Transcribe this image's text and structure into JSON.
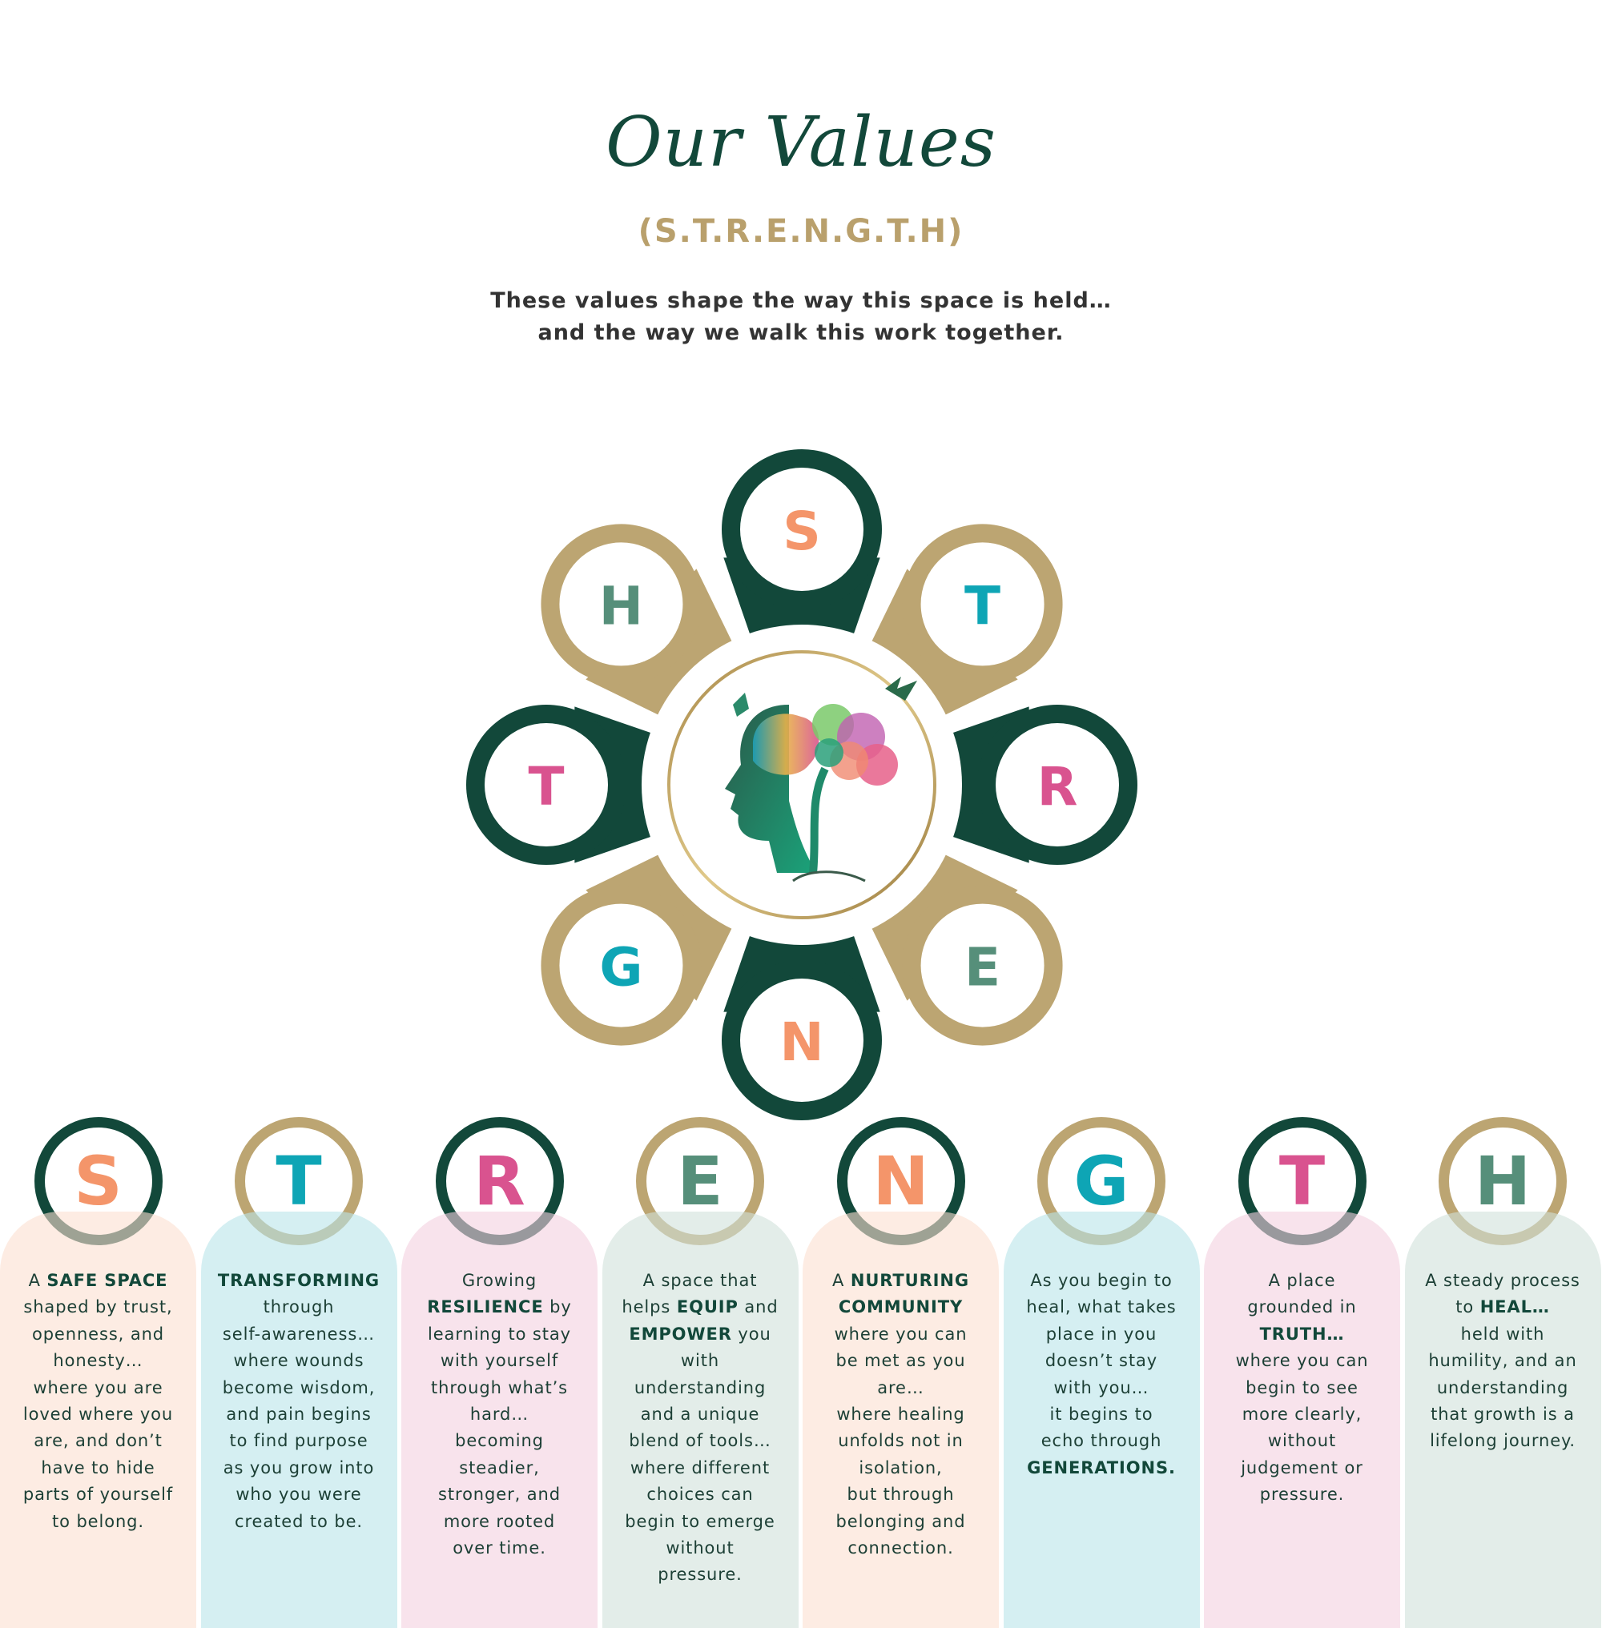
{
  "header": {
    "title": "Our Values",
    "subtitle": "(S.T.R.E.N.G.T.H)",
    "description_lines": [
      "These values shape the way this space is held…",
      "and the way we walk this work together."
    ]
  },
  "colors": {
    "dark_green": "#12483a",
    "gold": "#bca572",
    "orange": "#f4956a",
    "teal": "#0ea5b5",
    "pink": "#d9538f",
    "green": "#568f7a"
  },
  "wheel": {
    "center_icon": "head-tree-brain-logo",
    "petals": [
      {
        "letter": "S",
        "letter_color": "#f4956a",
        "ring_color": "#12483a"
      },
      {
        "letter": "T",
        "letter_color": "#0ea5b5",
        "ring_color": "#bca572"
      },
      {
        "letter": "R",
        "letter_color": "#d9538f",
        "ring_color": "#12483a"
      },
      {
        "letter": "E",
        "letter_color": "#568f7a",
        "ring_color": "#bca572"
      },
      {
        "letter": "N",
        "letter_color": "#f4956a",
        "ring_color": "#12483a"
      },
      {
        "letter": "G",
        "letter_color": "#0ea5b5",
        "ring_color": "#bca572"
      },
      {
        "letter": "T",
        "letter_color": "#d9538f",
        "ring_color": "#12483a"
      },
      {
        "letter": "H",
        "letter_color": "#568f7a",
        "ring_color": "#bca572"
      }
    ]
  },
  "values": [
    {
      "letter": "S",
      "letter_color": "#f4956a",
      "ring_color": "#12483a",
      "card_color": "rgba(252,223,208,0.6)",
      "lines": [
        [
          [
            "A ",
            0
          ],
          [
            "SAFE SPACE",
            1
          ]
        ],
        [
          [
            "shaped by trust,",
            0
          ]
        ],
        [
          [
            "openness, and",
            0
          ]
        ],
        [
          [
            "honesty…",
            0
          ]
        ],
        [
          [
            "where you are",
            0
          ]
        ],
        [
          [
            "loved where you",
            0
          ]
        ],
        [
          [
            "are, and don’t",
            0
          ]
        ],
        [
          [
            "have to hide",
            0
          ]
        ],
        [
          [
            "parts of yourself",
            0
          ]
        ],
        [
          [
            "to belong.",
            0
          ]
        ]
      ]
    },
    {
      "letter": "T",
      "letter_color": "#0ea5b5",
      "ring_color": "#bca572",
      "card_color": "rgba(185,228,233,0.6)",
      "lines": [
        [
          [
            "TRANSFORMING",
            1
          ]
        ],
        [
          [
            "through",
            0
          ]
        ],
        [
          [
            "self-awareness…",
            0
          ]
        ],
        [
          [
            "where wounds",
            0
          ]
        ],
        [
          [
            "become wisdom,",
            0
          ]
        ],
        [
          [
            "and pain begins",
            0
          ]
        ],
        [
          [
            "to find purpose",
            0
          ]
        ],
        [
          [
            "as you grow into",
            0
          ]
        ],
        [
          [
            "who you were",
            0
          ]
        ],
        [
          [
            "created to be.",
            0
          ]
        ]
      ]
    },
    {
      "letter": "R",
      "letter_color": "#d9538f",
      "ring_color": "#12483a",
      "card_color": "rgba(243,208,223,0.6)",
      "lines": [
        [
          [
            "Growing",
            0
          ]
        ],
        [
          [
            "RESILIENCE",
            1
          ],
          [
            " by",
            0
          ]
        ],
        [
          [
            "learning to stay",
            0
          ]
        ],
        [
          [
            "with yourself",
            0
          ]
        ],
        [
          [
            "through what’s",
            0
          ]
        ],
        [
          [
            "hard…",
            0
          ]
        ],
        [
          [
            "becoming",
            0
          ]
        ],
        [
          [
            "steadier,",
            0
          ]
        ],
        [
          [
            "stronger, and",
            0
          ]
        ],
        [
          [
            "more rooted",
            0
          ]
        ],
        [
          [
            "over time.",
            0
          ]
        ]
      ]
    },
    {
      "letter": "E",
      "letter_color": "#568f7a",
      "ring_color": "#bca572",
      "card_color": "rgba(208,225,218,0.6)",
      "lines": [
        [
          [
            "A space that",
            0
          ]
        ],
        [
          [
            "helps ",
            0
          ],
          [
            "EQUIP",
            1
          ],
          [
            " and",
            0
          ]
        ],
        [
          [
            "EMPOWER",
            1
          ],
          [
            " you",
            0
          ]
        ],
        [
          [
            "with",
            0
          ]
        ],
        [
          [
            "understanding",
            0
          ]
        ],
        [
          [
            "and a unique",
            0
          ]
        ],
        [
          [
            "blend of tools…",
            0
          ]
        ],
        [
          [
            "where different",
            0
          ]
        ],
        [
          [
            "choices can",
            0
          ]
        ],
        [
          [
            "begin to emerge",
            0
          ]
        ],
        [
          [
            "without",
            0
          ]
        ],
        [
          [
            "pressure.",
            0
          ]
        ]
      ]
    },
    {
      "letter": "N",
      "letter_color": "#f4956a",
      "ring_color": "#12483a",
      "card_color": "rgba(252,223,208,0.6)",
      "lines": [
        [
          [
            "A ",
            0
          ],
          [
            "NURTURING",
            1
          ]
        ],
        [
          [
            "COMMUNITY",
            1
          ]
        ],
        [
          [
            "where you can",
            0
          ]
        ],
        [
          [
            "be met as you",
            0
          ]
        ],
        [
          [
            "are…",
            0
          ]
        ],
        [
          [
            "where healing",
            0
          ]
        ],
        [
          [
            "unfolds not in",
            0
          ]
        ],
        [
          [
            "isolation,",
            0
          ]
        ],
        [
          [
            "but through",
            0
          ]
        ],
        [
          [
            "belonging and",
            0
          ]
        ],
        [
          [
            "connection.",
            0
          ]
        ]
      ]
    },
    {
      "letter": "G",
      "letter_color": "#0ea5b5",
      "ring_color": "#bca572",
      "card_color": "rgba(185,228,233,0.6)",
      "lines": [
        [
          [
            "As you begin to",
            0
          ]
        ],
        [
          [
            "heal, what takes",
            0
          ]
        ],
        [
          [
            "place in you",
            0
          ]
        ],
        [
          [
            "doesn’t stay",
            0
          ]
        ],
        [
          [
            "with you…",
            0
          ]
        ],
        [
          [
            "it begins to",
            0
          ]
        ],
        [
          [
            "echo through",
            0
          ]
        ],
        [
          [
            "GENERATIONS.",
            1
          ]
        ]
      ]
    },
    {
      "letter": "T",
      "letter_color": "#d9538f",
      "ring_color": "#12483a",
      "card_color": "rgba(243,208,223,0.6)",
      "lines": [
        [
          [
            "A place",
            0
          ]
        ],
        [
          [
            "grounded in",
            0
          ]
        ],
        [
          [
            "TRUTH…",
            1
          ]
        ],
        [
          [
            "where you can",
            0
          ]
        ],
        [
          [
            "begin to see",
            0
          ]
        ],
        [
          [
            "more clearly,",
            0
          ]
        ],
        [
          [
            "without",
            0
          ]
        ],
        [
          [
            "judgement or",
            0
          ]
        ],
        [
          [
            "pressure.",
            0
          ]
        ]
      ]
    },
    {
      "letter": "H",
      "letter_color": "#568f7a",
      "ring_color": "#bca572",
      "card_color": "rgba(208,225,218,0.6)",
      "lines": [
        [
          [
            "A steady process",
            0
          ]
        ],
        [
          [
            "to ",
            0
          ],
          [
            "HEAL…",
            1
          ]
        ],
        [
          [
            "held with",
            0
          ]
        ],
        [
          [
            "humility, and an",
            0
          ]
        ],
        [
          [
            "understanding",
            0
          ]
        ],
        [
          [
            "that growth is a",
            0
          ]
        ],
        [
          [
            "lifelong journey.",
            0
          ]
        ]
      ]
    }
  ]
}
